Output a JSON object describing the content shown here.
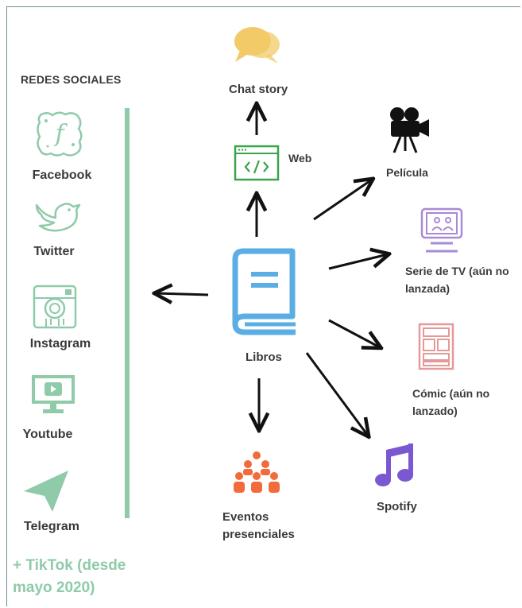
{
  "social": {
    "title": "REDES SOCIALES",
    "items": [
      "Facebook",
      "Twitter",
      "Instagram",
      "Youtube",
      "Telegram"
    ],
    "extra": "+ TikTok (desde mayo 2020)"
  },
  "center": {
    "label": "Libros"
  },
  "nodes": {
    "chat_story": "Chat story",
    "web": "Web",
    "pelicula": "Película",
    "serie": "Serie de TV (aún no lanzada)",
    "comic": "Cómic (aún no lanzado)",
    "spotify": "Spotify",
    "eventos": "Eventos presenciales"
  },
  "colors": {
    "social_green": "#8fcaa9",
    "book_blue": "#5aaee4",
    "chat_yellow": "#f2cb68",
    "web_green": "#3aa44a",
    "serie_purple": "#a88ad6",
    "comic_red": "#e59a9a",
    "spotify_purple": "#7b57d1",
    "eventos_orange": "#f26b3a"
  }
}
